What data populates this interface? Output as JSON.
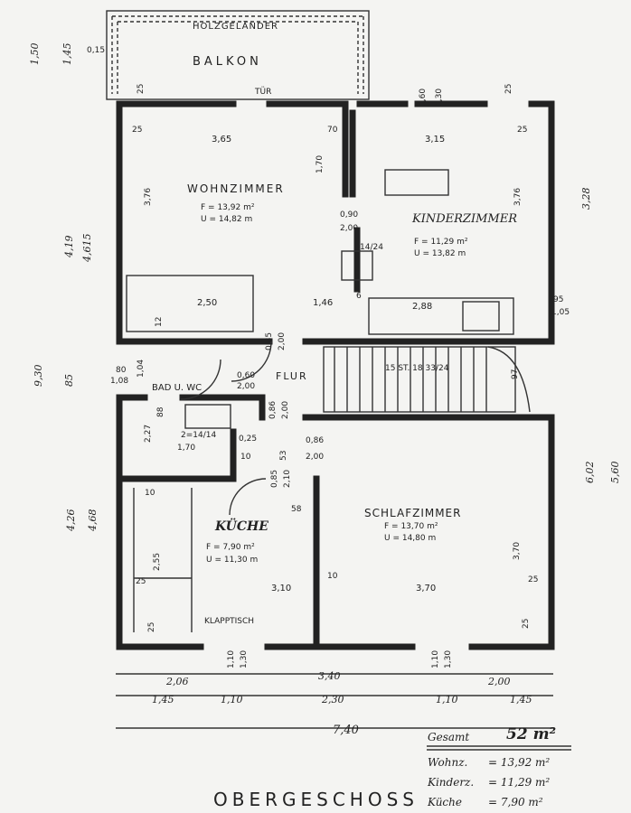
{
  "rooms": {
    "balkon": "BALKON",
    "holzgelaender": "HOLZGELÄNDER",
    "tuer": "TÜR",
    "wohnzimmer": {
      "name": "WOHNZIMMER",
      "f": "F = 13,92 m²",
      "u": "U = 14,82 m"
    },
    "kinderzimmer": {
      "name": "KINDERZIMMER",
      "f": "F = 11,29 m²",
      "u": "U = 13,82 m"
    },
    "bad": "BAD U. WC",
    "flur": "FLUR",
    "kueche": {
      "name": "KÜCHE",
      "f": "F = 7,90 m²",
      "u": "U = 11,30 m"
    },
    "schlafzimmer": {
      "name": "SCHLAFZIMMER",
      "f": "F = 13,70 m²",
      "u": "U = 14,80 m"
    },
    "klapptisch": "KLAPPTISCH",
    "stairs": "15 ST. 18 33/24"
  },
  "dims": {
    "left_1_50": "1,50",
    "left_1_45": "1,45",
    "left_4_19": "4,19",
    "left_4_615": "4,615",
    "left_9_30": "9,30",
    "left_85": "85",
    "left_4_26": "4,26",
    "left_4_68": "4,68",
    "right_3_28": "3,28",
    "right_6_02": "6,02",
    "right_5_60": "5,60",
    "d_0_15": "0,15",
    "d_25a": "25",
    "d_25b": "25",
    "d_25c": "25",
    "d_25d": "25",
    "d_3_65": "3,65",
    "d_3_15": "3,15",
    "d_3_76a": "3,76",
    "d_3_76b": "3,76",
    "d_1_70": "1,70",
    "d_70": "70",
    "d_1_60": "1,60",
    "d_1_30": "1,30",
    "d_0_90": "0,90",
    "d_2_00a": "2,00",
    "d_14_24": "14/24",
    "d_2_50": "2,50",
    "d_1_46": "1,46",
    "d_2_88": "2,88",
    "d_6": "6",
    "d_95": "95",
    "d_1_05": "1,05",
    "d_12": "12",
    "d_0_85a": "0,85",
    "d_2_00b": "2,00",
    "d_80": "80",
    "d_1_08": "1,08",
    "d_1_04": "1,04",
    "d_0_60": "0,60",
    "d_2_00c": "2,00",
    "d_97": "97",
    "d_0_86a": "0,86",
    "d_2_00d": "2,00",
    "d_2_27": "2,27",
    "d_88": "88",
    "d_2_14_14": "2=14/14",
    "d_1_70b": "1,70",
    "d_0_25": "0,25",
    "d_10a": "10",
    "d_0_86b": "0,86",
    "d_2_00e": "2,00",
    "d_53": "53",
    "d_0_85b": "0,85",
    "d_2_10": "2,10",
    "d_58": "58",
    "d_10b": "10",
    "d_2_55": "2,55",
    "d_25e": "25",
    "d_25f": "25",
    "d_3_10": "3,10",
    "d_10c": "10",
    "d_3_70a": "3,70",
    "d_3_70b": "3,70",
    "d_25g": "25",
    "d_25h": "25",
    "d_1_10a": "1,10",
    "d_1_30b": "1,30",
    "d_1_10b": "1,10",
    "d_1_30c": "1,30",
    "b_2_06": "2,06",
    "b_3_40": "3,40",
    "b_2_00": "2,00",
    "b_1_45a": "1,45",
    "b_1_10a": "1,10",
    "b_2_30": "2,30",
    "b_1_10b": "1,10",
    "b_1_45b": "1,45",
    "b_7_40": "7,40"
  },
  "summary": {
    "gesamt_label": "Gesamt",
    "gesamt_value": "52 m²",
    "wohn_label": "Wohnz.",
    "wohn_value": "= 13,92 m²",
    "kind_label": "Kinderz.",
    "kind_value": "= 11,29 m²",
    "kueche_label": "Küche",
    "kueche_value": "= 7,90 m²"
  },
  "title": "OBERGESCHOSS"
}
